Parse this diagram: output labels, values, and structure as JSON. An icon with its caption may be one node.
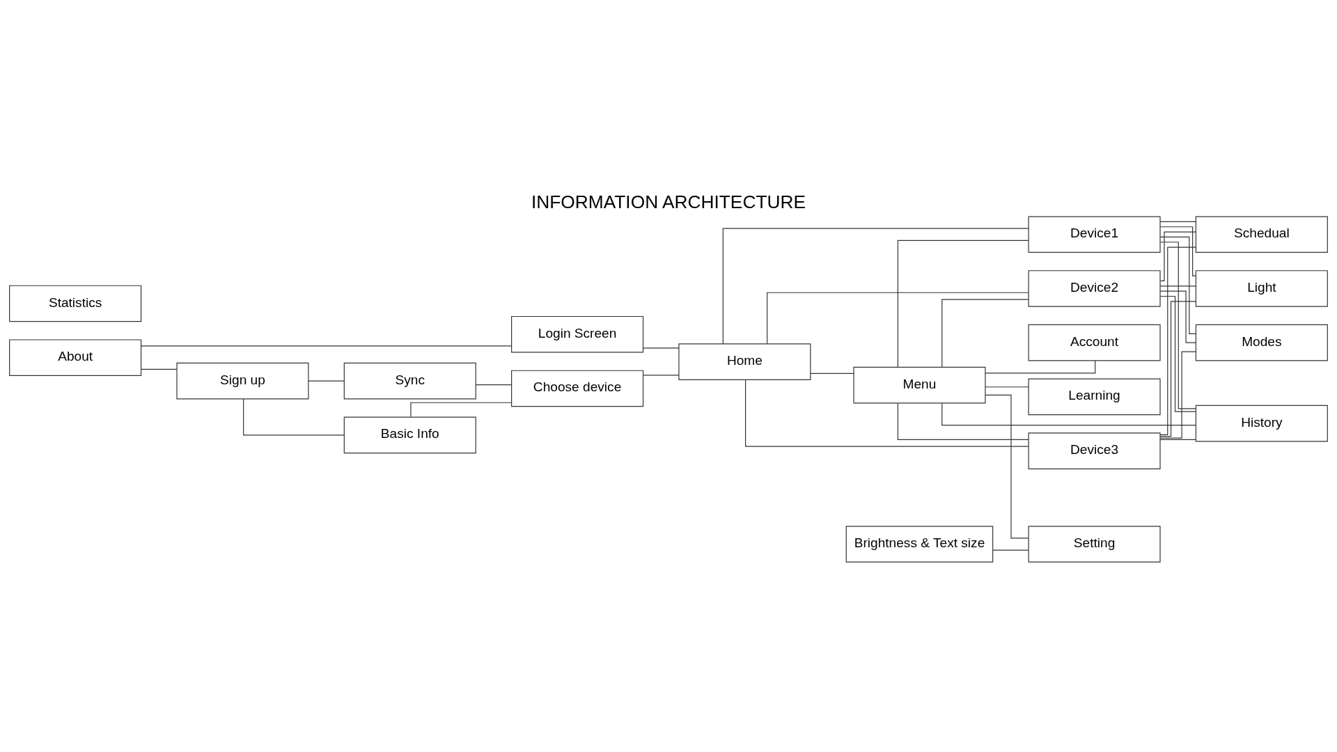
{
  "diagram": {
    "title": "INFORMATION ARCHITECTURE",
    "nodes": [
      {
        "text": [
          "About"
        ]
      },
      {
        "text": [
          "Sign up"
        ]
      },
      {
        "text": [
          "Login Screen"
        ]
      },
      {
        "text": [
          "Sync"
        ]
      },
      {
        "text": [
          "Basic Info"
        ]
      },
      {
        "text": [
          "Choose device"
        ]
      },
      {
        "text": [
          "Home"
        ]
      },
      {
        "text": [
          "Statistics"
        ]
      },
      {
        "text": [
          "Menu"
        ]
      },
      {
        "text": [
          "Device1"
        ]
      },
      {
        "text": [
          "Device2"
        ]
      },
      {
        "text": [
          "Device3"
        ]
      },
      {
        "text": [
          "Light"
        ]
      },
      {
        "text": [
          "Modes"
        ]
      },
      {
        "text": [
          "Schedual"
        ]
      },
      {
        "text": [
          "History"
        ]
      },
      {
        "text": [
          "Account"
        ]
      },
      {
        "text": [
          "Brightness & Text size"
        ]
      },
      {
        "text": [
          "Setting"
        ]
      },
      {
        "text": [
          "Learning"
        ]
      }
    ],
    "edges": [
      {
        "from": 0,
        "to": 1,
        "arrow": "none"
      },
      {
        "from": 0,
        "to": 2,
        "arrow": "none"
      },
      {
        "from": 1,
        "to": 3,
        "arrow": "none"
      },
      {
        "from": 1,
        "to": 4,
        "arrow": "none"
      },
      {
        "from": 3,
        "to": 5,
        "arrow": "none"
      },
      {
        "from": 4,
        "to": 5,
        "arrow": "none"
      },
      {
        "from": 5,
        "to": 6,
        "arrow": "none"
      },
      {
        "from": 2,
        "to": 6,
        "arrow": "none"
      },
      {
        "from": 6,
        "to": 8,
        "arrow": "none"
      },
      {
        "from": 6,
        "to": 9,
        "arrow": "none"
      },
      {
        "from": 6,
        "to": 10,
        "arrow": "none"
      },
      {
        "from": 6,
        "to": 11,
        "arrow": "none"
      },
      {
        "from": 8,
        "to": 9,
        "arrow": "none"
      },
      {
        "from": 8,
        "to": 10,
        "arrow": "none"
      },
      {
        "from": 8,
        "to": 11,
        "arrow": "none"
      },
      {
        "from": 9,
        "to": 12,
        "arrow": "none"
      },
      {
        "from": 9,
        "to": 13,
        "arrow": "none"
      },
      {
        "from": 9,
        "to": 14,
        "arrow": "none"
      },
      {
        "from": 9,
        "to": 15,
        "arrow": "none"
      },
      {
        "from": 10,
        "to": 12,
        "arrow": "none"
      },
      {
        "from": 10,
        "to": 13,
        "arrow": "none"
      },
      {
        "from": 10,
        "to": 14,
        "arrow": "none"
      },
      {
        "from": 10,
        "to": 15,
        "arrow": "none"
      },
      {
        "from": 11,
        "to": 12,
        "arrow": "none"
      },
      {
        "from": 11,
        "to": 13,
        "arrow": "none"
      },
      {
        "from": 11,
        "to": 14,
        "arrow": "none"
      },
      {
        "from": 11,
        "to": 15,
        "arrow": "none"
      },
      {
        "from": 8,
        "to": 16,
        "arrow": "none"
      },
      {
        "from": 8,
        "to": 18,
        "arrow": "none"
      },
      {
        "from": 8,
        "to": 19,
        "arrow": "none"
      },
      {
        "from": 17,
        "to": 18,
        "arrow": "none"
      },
      {
        "from": 8,
        "to": 15,
        "arrow": "none"
      }
    ]
  }
}
